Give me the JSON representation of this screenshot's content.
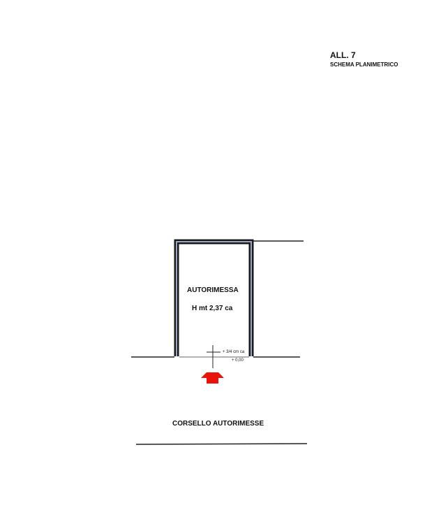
{
  "header": {
    "attachment": "ALL. 7",
    "subtitle": "SCHEMA PLANIMETRICO"
  },
  "plan": {
    "room_name": "AUTORIMESSA",
    "room_height": "H mt 2,37 ca",
    "level_step": "+ 3/4 cm ca",
    "level_zero": "+ 0,00",
    "corridor": "CORSELLO AUTORIMESSE",
    "entrance_arrow_color": "#e8140c"
  }
}
